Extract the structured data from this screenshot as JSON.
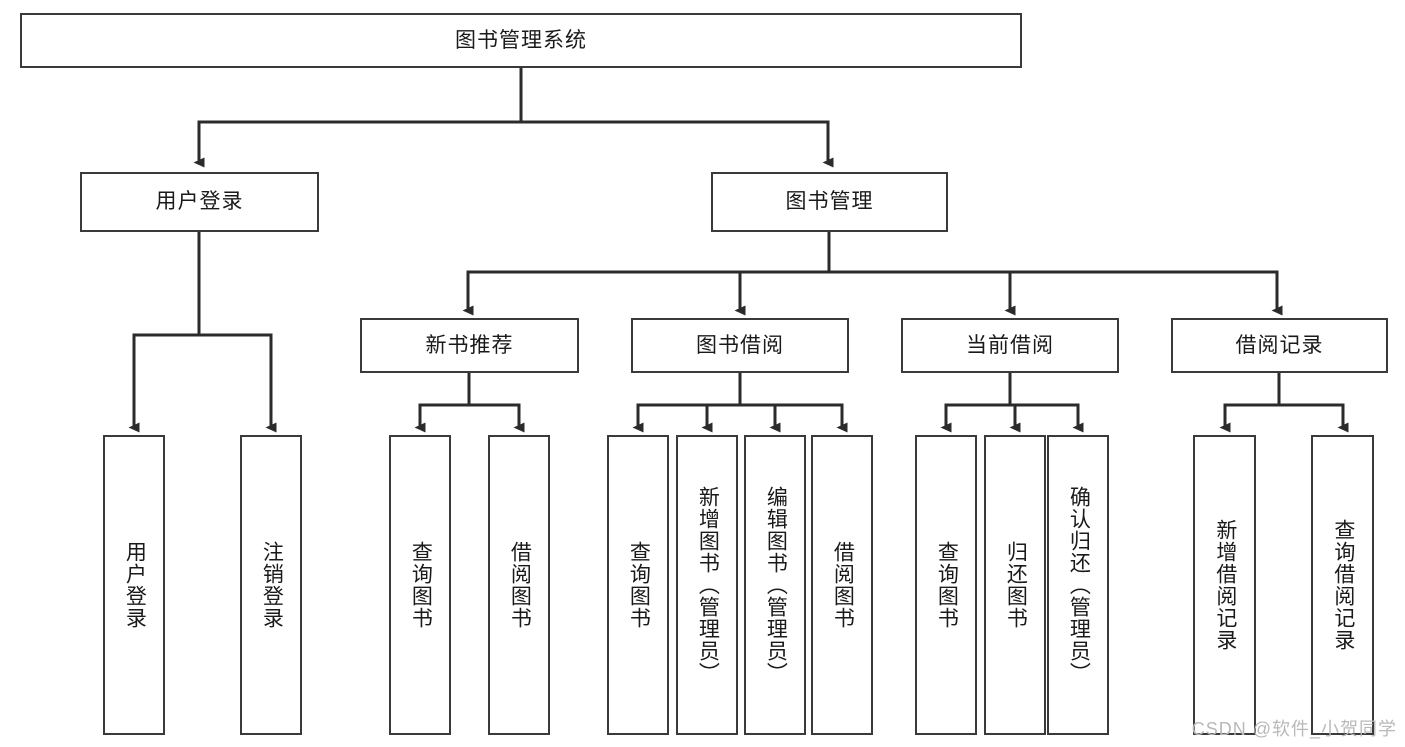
{
  "diagram": {
    "title": "图书管理系统",
    "type": "功能结构图",
    "watermark": "CSDN @软件_小贺同学",
    "style": {
      "box_border_color": "#3a3a3a",
      "box_fill_color": "#ffffff",
      "line_color": "#2b2b2b",
      "text_color": "#1a1a1a",
      "watermark_color": "#b9b9b9",
      "background": "#ffffff"
    },
    "nodes": {
      "root": {
        "label": "图书管理系统"
      },
      "level1": [
        {
          "id": "user-login",
          "label": "用户登录"
        },
        {
          "id": "book-manage",
          "label": "图书管理"
        }
      ],
      "level2": [
        {
          "id": "new-book-rec",
          "label": "新书推荐"
        },
        {
          "id": "book-borrow",
          "label": "图书借阅"
        },
        {
          "id": "current-borrow",
          "label": "当前借阅"
        },
        {
          "id": "borrow-record",
          "label": "借阅记录"
        }
      ],
      "leaves": {
        "user_login": [
          {
            "id": "leaf-user-login",
            "label": "用户登录"
          },
          {
            "id": "leaf-user-logout",
            "label": "注销登录"
          }
        ],
        "new_book_rec": [
          {
            "id": "leaf-query-book-1",
            "label": "查询图书"
          },
          {
            "id": "leaf-borrow-book-1",
            "label": "借阅图书"
          }
        ],
        "book_borrow": [
          {
            "id": "leaf-query-book-2",
            "label": "查询图书"
          },
          {
            "id": "leaf-add-book",
            "label": "新增图书（管理员）"
          },
          {
            "id": "leaf-edit-book",
            "label": "编辑图书（管理员）"
          },
          {
            "id": "leaf-borrow-book-2",
            "label": "借阅图书"
          }
        ],
        "current_borrow": [
          {
            "id": "leaf-query-book-3",
            "label": "查询图书"
          },
          {
            "id": "leaf-return-book",
            "label": "归还图书"
          },
          {
            "id": "leaf-confirm-return",
            "label": "确认归还（管理员）"
          }
        ],
        "borrow_record": [
          {
            "id": "leaf-add-record",
            "label": "新增借阅记录"
          },
          {
            "id": "leaf-query-record",
            "label": "查询借阅记录"
          }
        ]
      }
    }
  }
}
